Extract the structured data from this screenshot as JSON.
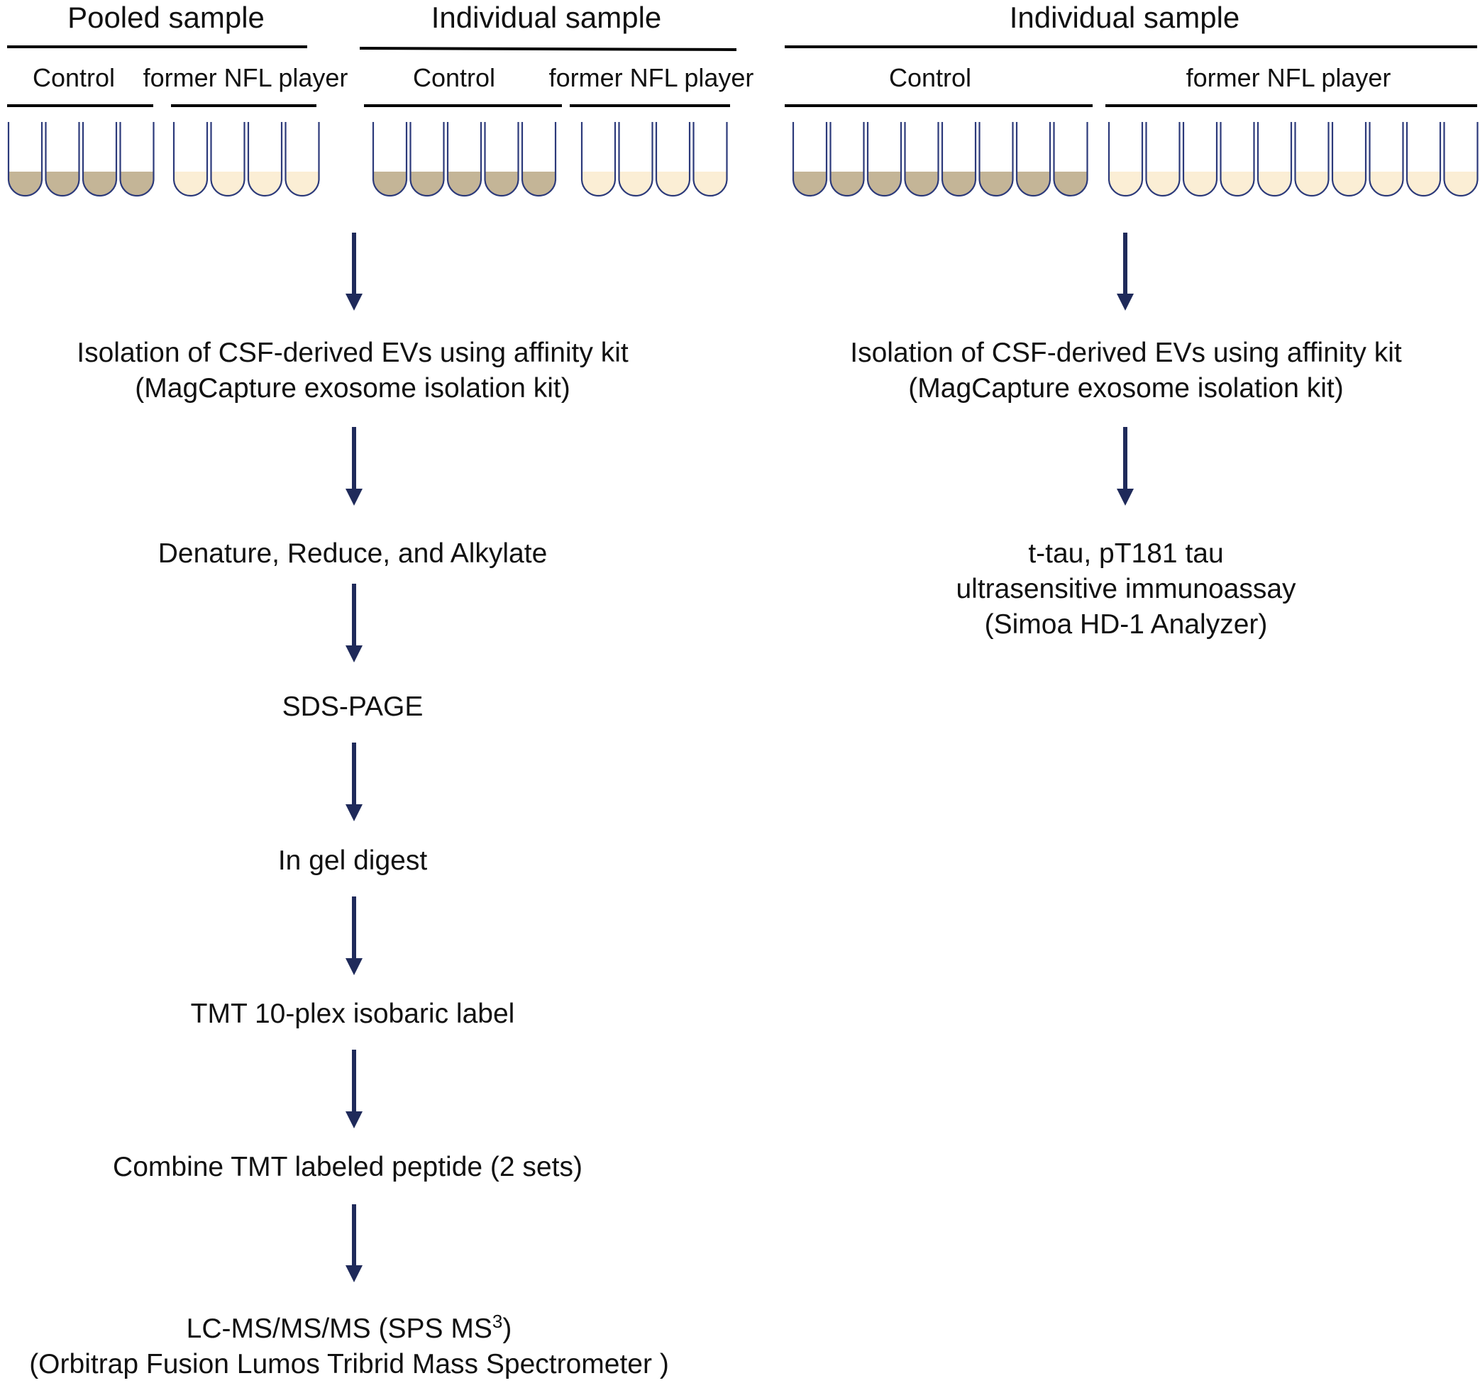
{
  "header": {
    "pooled": "Pooled sample",
    "individual_mid": "Individual sample",
    "individual_right": "Individual sample"
  },
  "groups": {
    "control": "Control",
    "nfl": "former NFL player"
  },
  "colors": {
    "tube_outline": "#2c3a7a",
    "control_fill": "#c4b597",
    "nfl_fill": "#fbeed5",
    "arrow": "#1f2a5a",
    "rule": "#000000"
  },
  "tube_counts": {
    "pooled_control": 4,
    "pooled_nfl": 4,
    "indiv_mid_control": 5,
    "indiv_mid_nfl": 4,
    "indiv_right_control": 8,
    "indiv_right_nfl": 10
  },
  "left_steps": {
    "s1_line1": "Isolation of CSF-derived EVs using affinity kit",
    "s1_line2": "(MagCapture exosome isolation kit)",
    "s2": "Denature, Reduce, and Alkylate",
    "s3": "SDS-PAGE",
    "s4": "In gel digest",
    "s5": "TMT 10-plex isobaric label",
    "s6": "Combine TMT labeled peptide (2 sets)",
    "s7_line1_main": "LC-MS/MS/MS (SPS MS",
    "s7_line1_sup": "3",
    "s7_line1_end": ")",
    "s7_line2": "(Orbitrap Fusion Lumos Tribrid Mass Spectrometer )"
  },
  "right_steps": {
    "s1_line1": "Isolation of CSF-derived EVs using affinity kit",
    "s1_line2": "(MagCapture exosome isolation kit)",
    "s2_line1": "t-tau, pT181 tau",
    "s2_line2": "ultrasensitive immunoassay",
    "s2_line3": "(Simoa HD-1 Analyzer)"
  }
}
